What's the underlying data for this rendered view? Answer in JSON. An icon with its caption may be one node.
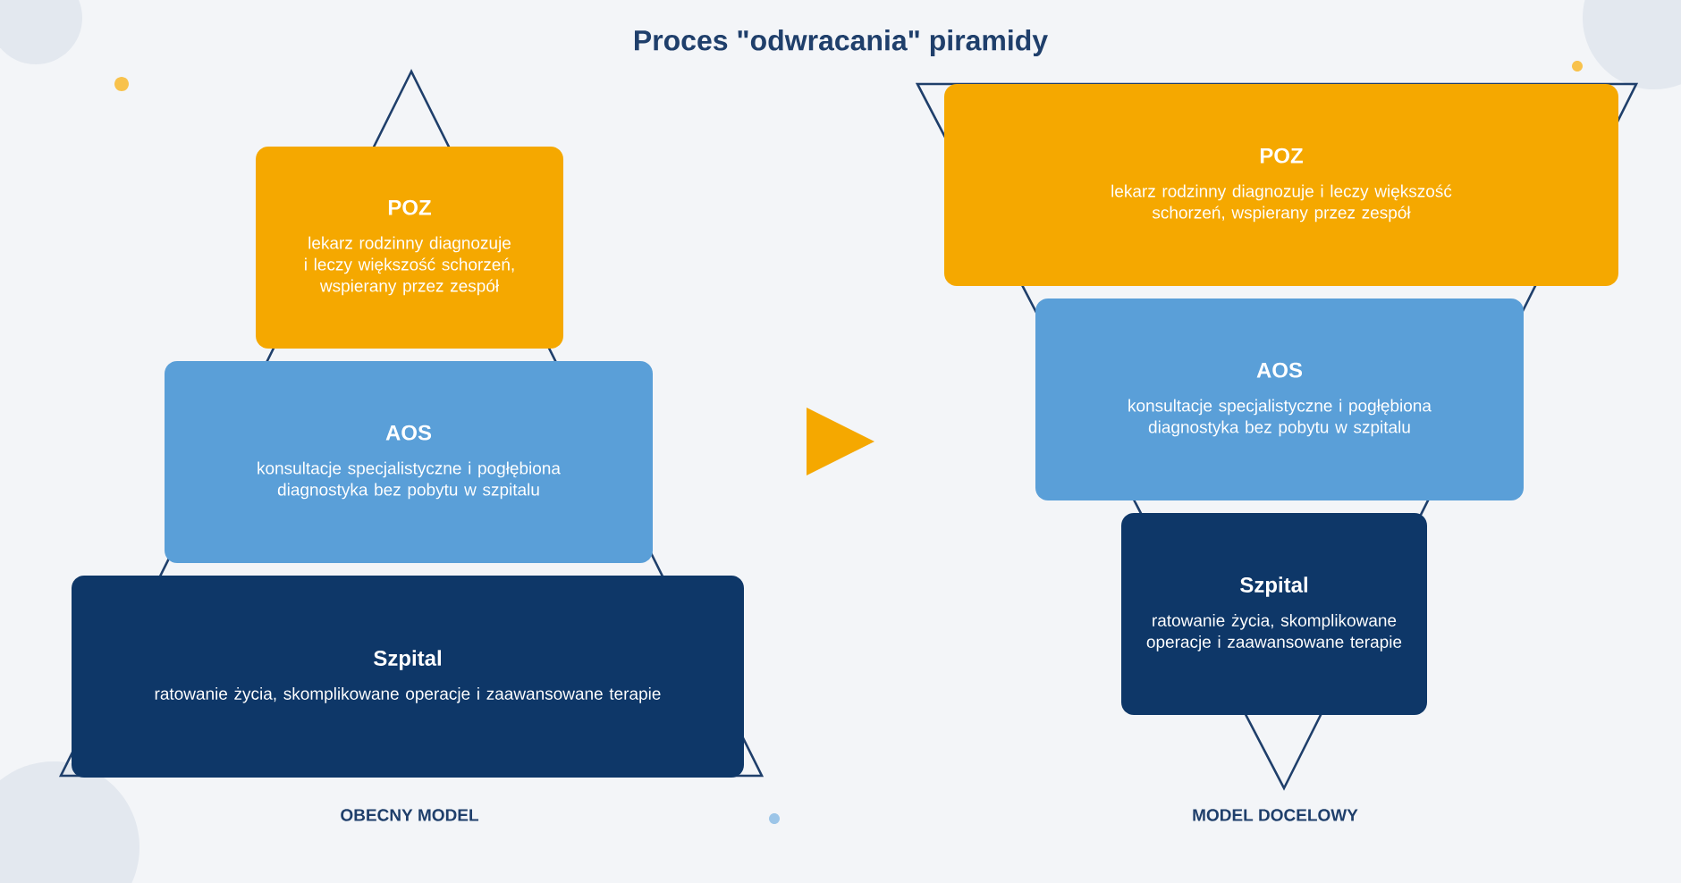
{
  "diagram": {
    "title": "Proces \"odwracania\" piramidy",
    "nodes": [
      {
        "text": [
          "POZ",
          "lekarz rodzinny diagnozuje i leczy większość schorzeń, wspierany przez zespół"
        ]
      },
      {
        "text": [
          "AOS",
          "konsultacje specjalistyczne i pogłębiona diagnostyka bez pobytu w szpitalu"
        ]
      },
      {
        "text": [
          "Szpital",
          "ratowanie życia, skomplikowane operacje i zaawansowane terapie"
        ]
      },
      {
        "text": [
          "POZ",
          "lekarz rodzinny diagnozuje i leczy większość schorzeń, wspierany przez zespół"
        ]
      },
      {
        "text": [
          "AOS",
          "konsultacje specjalistyczne i pogłębiona diagnostyka bez pobytu w szpitalu"
        ]
      },
      {
        "text": [
          "Szpital",
          "ratowanie życia, skomplikowane operacje i zaawansowane terapie"
        ]
      }
    ],
    "labels": [
      "OBECNY MODEL",
      "MODEL DOCELOWY"
    ]
  }
}
